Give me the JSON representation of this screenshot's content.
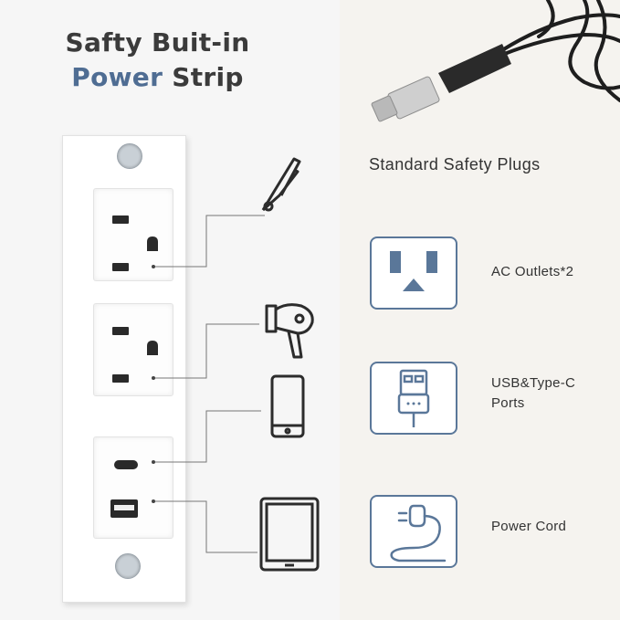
{
  "headline": {
    "line1": "Safty Buit-in",
    "line2_accent": "Power",
    "line2_rest": " Strip"
  },
  "side_title": "Standard Safety Plugs",
  "features": [
    {
      "label": "AC Outlets*2",
      "icon": "ac-outlet-icon"
    },
    {
      "label": "USB&Type-C Ports",
      "icon": "usb-plug-icon"
    },
    {
      "label": "Power Cord",
      "icon": "power-cord-icon"
    }
  ],
  "device_icons": [
    "hair-straightener-icon",
    "hair-dryer-icon",
    "smartphone-icon",
    "tablet-icon"
  ],
  "colors": {
    "accent": "#4f6d93",
    "icon_stroke": "#5a7799",
    "text": "#333333"
  }
}
